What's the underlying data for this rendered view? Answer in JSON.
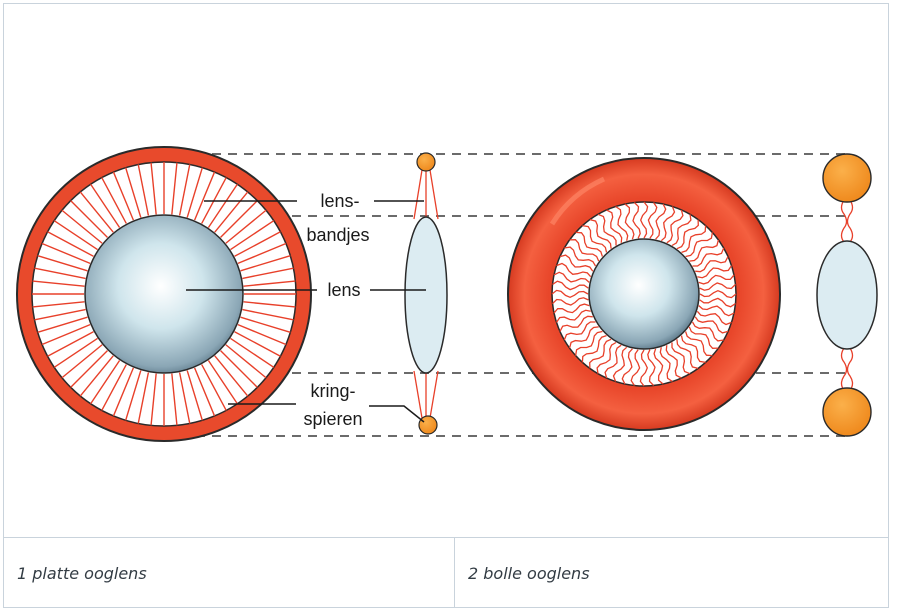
{
  "labels": {
    "lensbandjes_line1": "lens-",
    "lensbandjes_line2": "bandjes",
    "lens": "lens",
    "kringspieren_line1": "kring-",
    "kringspieren_line2": "spieren"
  },
  "captions": {
    "flat": "1 platte ooglens",
    "round": "2 bolle ooglens"
  },
  "colors": {
    "muscle": "#f05a3c",
    "muscle_dark": "#c8331e",
    "ligament": "#e8402a",
    "lens_light": "#f4fafc",
    "lens_dark": "#4f6b7c",
    "cross_section_muscle": "#f39a2c",
    "dashed": "#6b6b6b"
  }
}
